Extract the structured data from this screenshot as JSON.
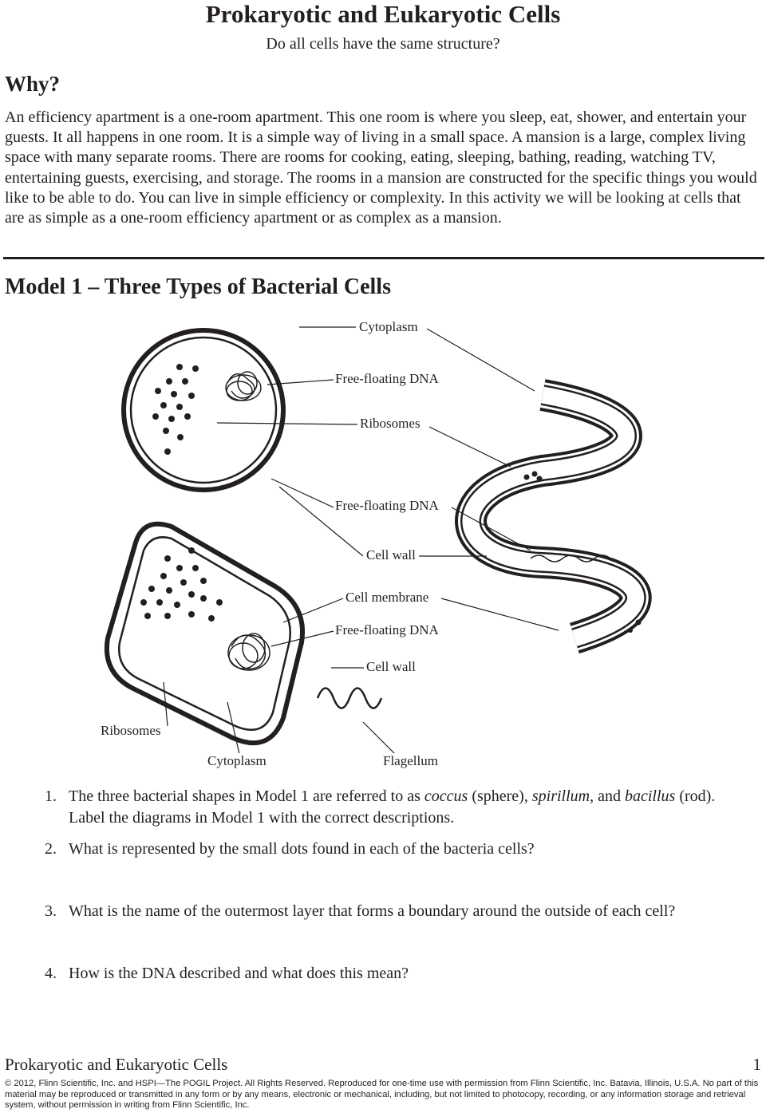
{
  "header": {
    "title": "Prokaryotic and Eukaryotic Cells",
    "subtitle": "Do all cells have the same structure?"
  },
  "why": {
    "heading": "Why?",
    "paragraph": "An efficiency apartment is a one-room apartment. This one room is where you sleep, eat, shower, and entertain your guests. It all happens in one room. It is a simple way of living in a small space. A mansion is a large, complex living space with many separate rooms. There are rooms for cooking, eating, sleeping, bathing, reading, watching TV, entertaining guests, exercising, and storage. The rooms in a mansion are constructed for the specific things you would like to be able to do. You can live in simple efficiency or complexity. In this activity we will be looking at cells that are as simple as a one-room efficiency apartment or as complex as a mansion."
  },
  "model": {
    "heading": "Model 1 – Three Types of Bacterial Cells",
    "labels": {
      "cytoplasm_top": "Cytoplasm",
      "dna1": "Free-floating DNA",
      "ribosomes_top": "Ribosomes",
      "dna2": "Free-floating DNA",
      "cell_wall1": "Cell wall",
      "cell_membrane": "Cell membrane",
      "dna3": "Free-floating DNA",
      "cell_wall2": "Cell wall",
      "ribosomes_bottom": "Ribosomes",
      "cytoplasm_bottom": "Cytoplasm",
      "flagellum": "Flagellum"
    }
  },
  "questions": [
    {
      "num": "1.",
      "pre": "The three bacterial shapes in Model 1 are referred to as ",
      "i1": "coccus",
      "m1": " (sphere), ",
      "i2": "spirillum,",
      "m2": " and ",
      "i3": "bacillus",
      "post": " (rod). Label the diagrams in Model 1 with the correct descriptions."
    },
    {
      "num": "2.",
      "text": "What is represented by the small dots found in each of the bacteria cells?"
    },
    {
      "num": "3.",
      "text": "What is the name of the outermost layer that forms a boundary around the outside of each cell?"
    },
    {
      "num": "4.",
      "text": "How is the DNA described and what does this mean?"
    }
  ],
  "footer": {
    "title": "Prokaryotic and Eukaryotic Cells",
    "page": "1",
    "copyright": "© 2012, Flinn Scientific, Inc. and HSPI—The POGIL Project. All Rights Reserved. Reproduced for one-time use with permission from Flinn Scientific, Inc. Batavia, Illinois, U.S.A. No part of this material may be reproduced or transmitted in any form or by any means, electronic or mechanical, including, but not limited to photocopy, recording, or any information storage and retrieval system, without permission in writing from Flinn Scientific, Inc."
  }
}
